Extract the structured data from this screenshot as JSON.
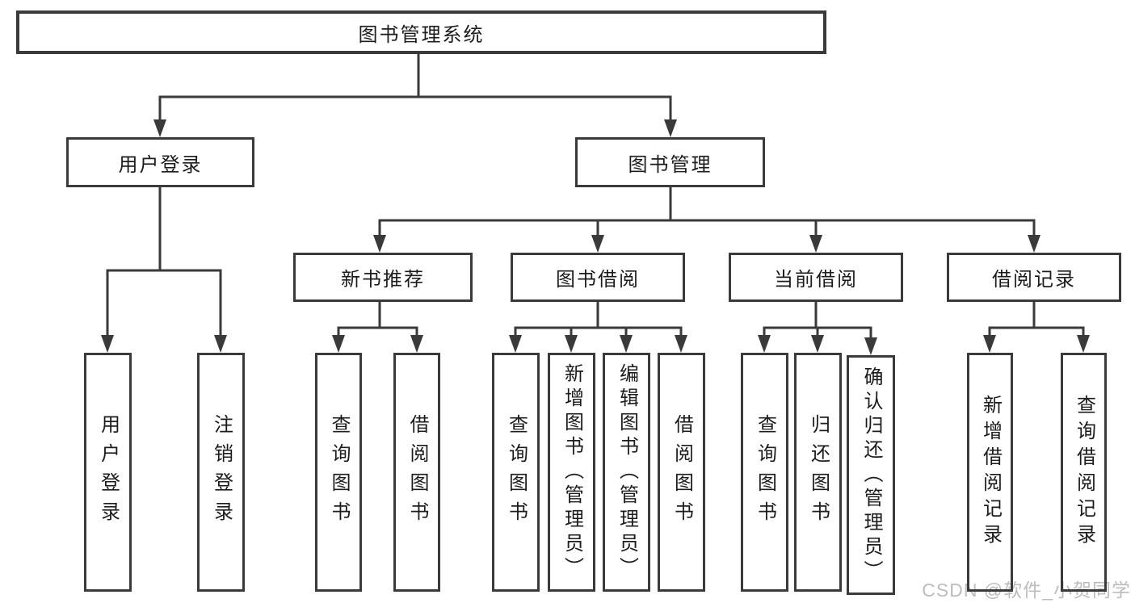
{
  "diagram_type": "functional-structure-tree",
  "tree": {
    "label": "图书管理系统",
    "children": [
      {
        "label": "用户登录",
        "children": [
          {
            "label": "用户登录"
          },
          {
            "label": "注销登录"
          }
        ]
      },
      {
        "label": "图书管理",
        "children": [
          {
            "label": "新书推荐",
            "children": [
              {
                "label": "查询图书"
              },
              {
                "label": "借阅图书"
              }
            ]
          },
          {
            "label": "图书借阅",
            "children": [
              {
                "label": "查询图书"
              },
              {
                "label": "新增图书（管理员）"
              },
              {
                "label": "编辑图书（管理员）"
              },
              {
                "label": "借阅图书"
              }
            ]
          },
          {
            "label": "当前借阅",
            "children": [
              {
                "label": "查询图书"
              },
              {
                "label": "归还图书"
              },
              {
                "label": "确认归还（管理员）"
              }
            ]
          },
          {
            "label": "借阅记录",
            "children": [
              {
                "label": "新增借阅记录"
              },
              {
                "label": "查询借阅记录"
              }
            ]
          }
        ]
      }
    ]
  },
  "watermark": {
    "text": "CSDN @软件_小贺同学"
  },
  "colors": {
    "line": "#3a3a3a",
    "text": "#1c1c1c",
    "background": "#ffffff",
    "watermark": "#bcbcbc"
  }
}
